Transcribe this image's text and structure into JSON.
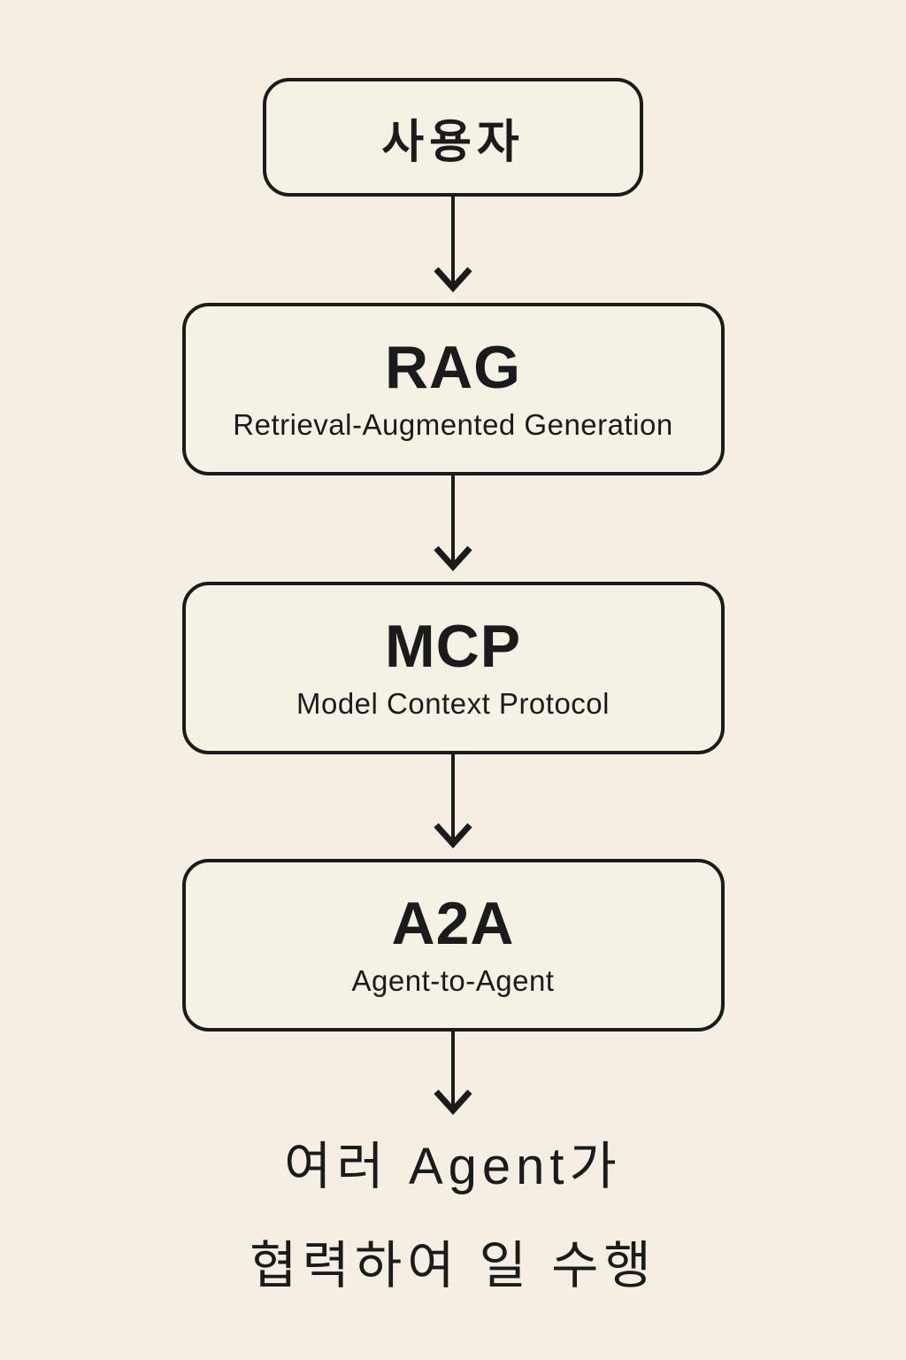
{
  "page": {
    "background_color": "#f5efe3",
    "box_fill_color": "#f6f1e5",
    "stroke_color": "#1b1b1b"
  },
  "flow": {
    "nodes": [
      {
        "title": "사용자",
        "subtitle": ""
      },
      {
        "title": "RAG",
        "subtitle": "Retrieval-Augmented Generation"
      },
      {
        "title": "MCP",
        "subtitle": "Model Context Protocol"
      },
      {
        "title": "A2A",
        "subtitle": "Agent-to-Agent"
      }
    ],
    "caption": {
      "line1": "여러 Agent가",
      "line2": "협력하여 일 수행"
    }
  }
}
